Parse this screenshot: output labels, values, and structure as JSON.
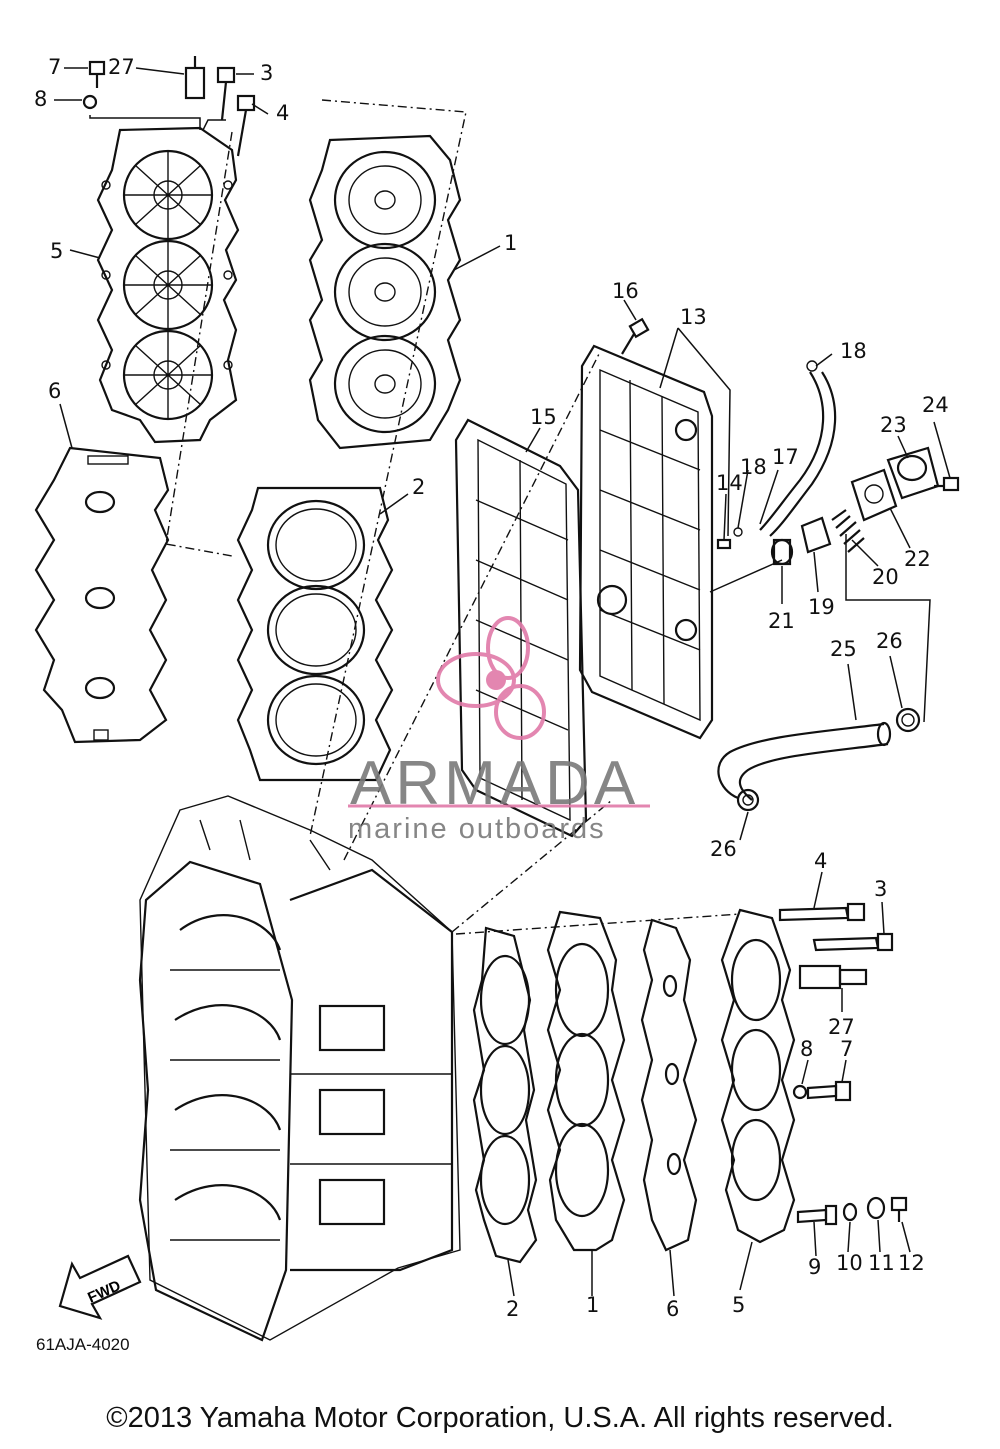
{
  "callouts": {
    "c1a": "1",
    "c1b": "1",
    "c2a": "2",
    "c2b": "2",
    "c3a": "3",
    "c3b": "3",
    "c4a": "4",
    "c4b": "4",
    "c5a": "5",
    "c5b": "5",
    "c6a": "6",
    "c6b": "6",
    "c7a": "7",
    "c7b": "7",
    "c8a": "8",
    "c8b": "8",
    "c9": "9",
    "c10": "10",
    "c11": "11",
    "c12": "12",
    "c13": "13",
    "c14": "14",
    "c15": "15",
    "c16": "16",
    "c17": "17",
    "c18a": "18",
    "c18b": "18",
    "c19": "19",
    "c20": "20",
    "c21": "21",
    "c22": "22",
    "c23": "23",
    "c24": "24",
    "c25": "25",
    "c26a": "26",
    "c26b": "26",
    "c27a": "27",
    "c27b": "27"
  },
  "fwd_label": "FWD",
  "diagram_code": "61AJA-4020",
  "watermark": {
    "title": "ARMADA",
    "subtitle": "marine outboards",
    "accent_color": "#e07aa8",
    "text_color": "#7a7a7a"
  },
  "footer": "©2013 Yamaha Motor Corporation, U.S.A. All rights reserved."
}
